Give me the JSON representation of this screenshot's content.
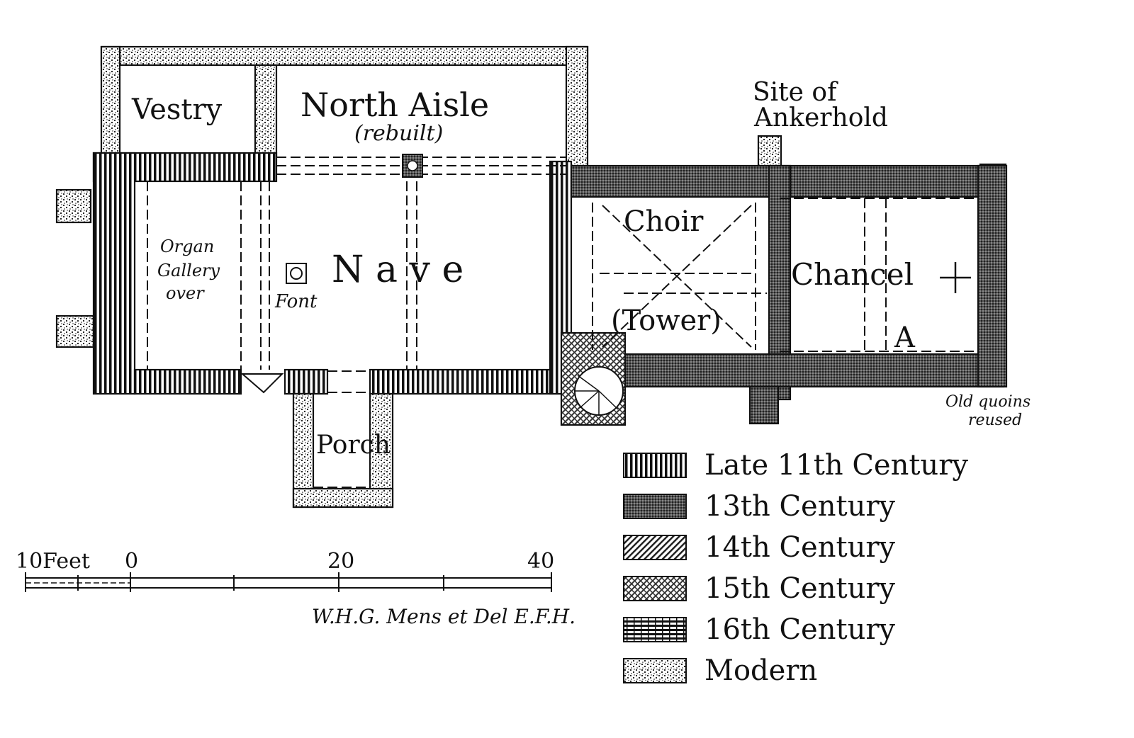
{
  "rooms": {
    "vestry": "Vestry",
    "north_aisle": "North Aisle",
    "north_aisle_note": "(rebuilt)",
    "site_line1": "Site of",
    "site_line2": "Ankerhold",
    "organ_line1": "Organ",
    "organ_line2": "Gallery",
    "organ_line3": "over",
    "font": "Font",
    "nave": "N a v e",
    "choir": "Choir",
    "tower": "(Tower)",
    "chancel": "Chancel",
    "altar_mark": "A",
    "porch": "Porch",
    "old_quoins_line1": "Old quoins",
    "old_quoins_line2": "reused"
  },
  "legend": [
    {
      "label": "Late 11th Century",
      "pattern": "vertical-hatch"
    },
    {
      "label": "13th Century",
      "pattern": "dense-fill"
    },
    {
      "label": "14th Century",
      "pattern": "diagonal-hatch"
    },
    {
      "label": "15th Century",
      "pattern": "cross-hatch"
    },
    {
      "label": "16th Century",
      "pattern": "horizontal-bands"
    },
    {
      "label": "Modern",
      "pattern": "stipple"
    }
  ],
  "scale": {
    "unit_label": "10Feet",
    "ticks": [
      "0",
      "20",
      "40"
    ]
  },
  "credit": "W.H.G. Mens et Del E.F.H.",
  "colors": {
    "ink": "#111111",
    "paper": "#ffffff"
  }
}
